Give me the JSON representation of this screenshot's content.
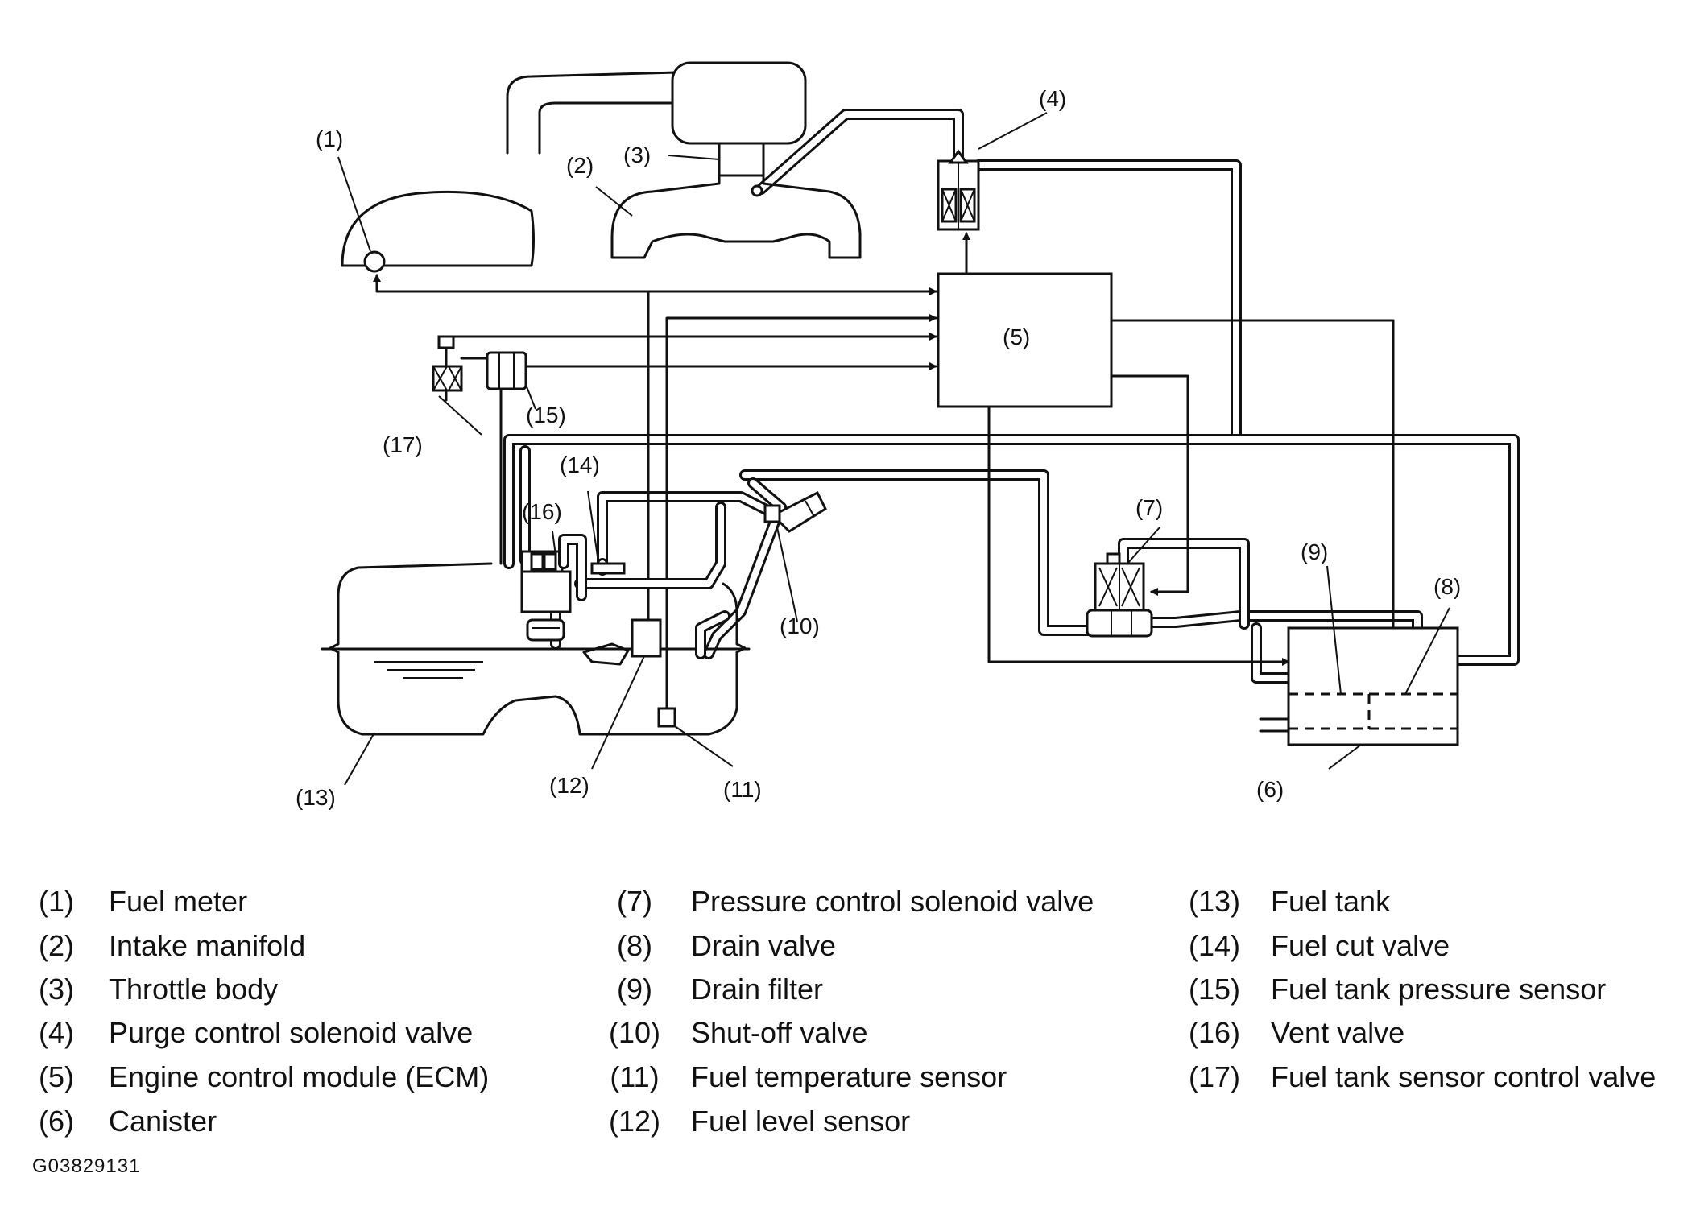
{
  "callouts": {
    "c1": "(1)",
    "c2": "(2)",
    "c3": "(3)",
    "c4": "(4)",
    "c5": "(5)",
    "c6": "(6)",
    "c7": "(7)",
    "c8": "(8)",
    "c9": "(9)",
    "c10": "(10)",
    "c11": "(11)",
    "c12": "(12)",
    "c13": "(13)",
    "c14": "(14)",
    "c15": "(15)",
    "c16": "(16)",
    "c17": "(17)"
  },
  "legend": {
    "col1": [
      {
        "num": "(1)",
        "label": "Fuel meter"
      },
      {
        "num": "(2)",
        "label": "Intake manifold"
      },
      {
        "num": "(3)",
        "label": "Throttle body"
      },
      {
        "num": "(4)",
        "label": "Purge control solenoid valve"
      },
      {
        "num": "(5)",
        "label": "Engine control module (ECM)"
      },
      {
        "num": "(6)",
        "label": "Canister"
      }
    ],
    "col2": [
      {
        "num": "(7)",
        "label": "Pressure control solenoid valve"
      },
      {
        "num": "(8)",
        "label": "Drain valve"
      },
      {
        "num": "(9)",
        "label": "Drain filter"
      },
      {
        "num": "(10)",
        "label": "Shut-off valve"
      },
      {
        "num": "(11)",
        "label": "Fuel temperature sensor"
      },
      {
        "num": "(12)",
        "label": "Fuel level sensor"
      }
    ],
    "col3": [
      {
        "num": "(13)",
        "label": "Fuel tank"
      },
      {
        "num": "(14)",
        "label": "Fuel cut valve"
      },
      {
        "num": "(15)",
        "label": "Fuel tank pressure sensor"
      },
      {
        "num": "(16)",
        "label": "Vent valve"
      },
      {
        "num": "(17)",
        "label": "Fuel tank sensor control valve"
      }
    ]
  },
  "figure_id": "G03829131"
}
